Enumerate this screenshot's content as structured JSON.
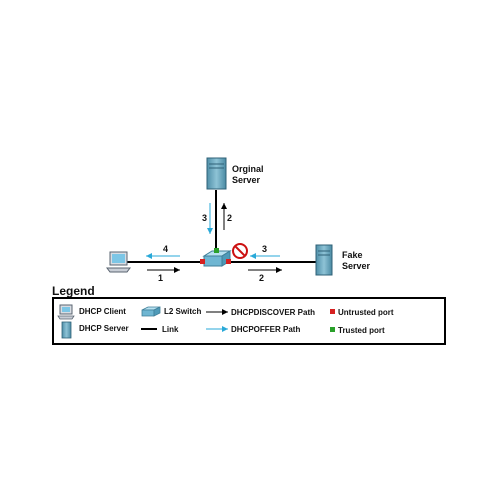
{
  "diagram": {
    "nodes": {
      "original_server": {
        "label_line1": "Orginal",
        "label_line2": "Server"
      },
      "fake_server": {
        "label_line1": "Fake",
        "label_line2": "Server"
      }
    },
    "steps": {
      "client_discover": "1",
      "switch_to_original": "2",
      "switch_to_fake": "2",
      "original_offer": "3",
      "fake_offer_blocked": "3",
      "switch_to_client_offer": "4"
    },
    "legend": {
      "title": "Legend",
      "dhcp_client": "DHCP Client",
      "dhcp_server": "DHCP Server",
      "l2_switch": "L2 Switch",
      "link": "Link",
      "discover_path": "DHCPDISCOVER Path",
      "offer_path": "DHCPOFFER Path",
      "untrusted_port": "Untrusted port",
      "trusted_port": "Trusted port"
    },
    "colors": {
      "discover": "#000000",
      "offer": "#29a9d8",
      "untrusted": "#d62020",
      "trusted": "#2aa02a",
      "blocked": "#cc1111"
    }
  }
}
